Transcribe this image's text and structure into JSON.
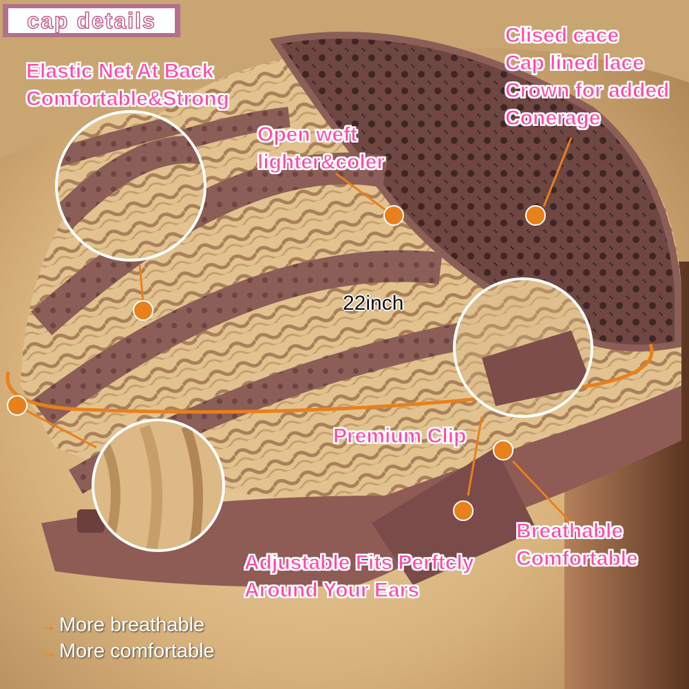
{
  "badge": {
    "text": "cap details"
  },
  "callouts": {
    "elastic_net": [
      "Elastic Net At Back",
      "Comfortable&Strong"
    ],
    "open_weft": [
      "Open weft",
      "lighter&coler"
    ],
    "closed_lace": [
      "Clised cace",
      "Cap lined lace",
      "Crown for added",
      "Conerage"
    ],
    "premium_clip": "Premium Clip",
    "breathable": [
      "Breathable",
      "Comfortable"
    ],
    "adjustable": [
      "Adjustable Fits Perftcly",
      "Around Your Ears"
    ]
  },
  "measurement": "22inch",
  "features": [
    {
      "arrow": "→",
      "text": "More breathable"
    },
    {
      "arrow": "→",
      "text": "More comfortable"
    }
  ],
  "colors": {
    "callout_text": "#ff4aa8",
    "marker": "#e8801c",
    "cap_lace": "#7a4f4a",
    "hair_blonde": "#d9b98a"
  }
}
